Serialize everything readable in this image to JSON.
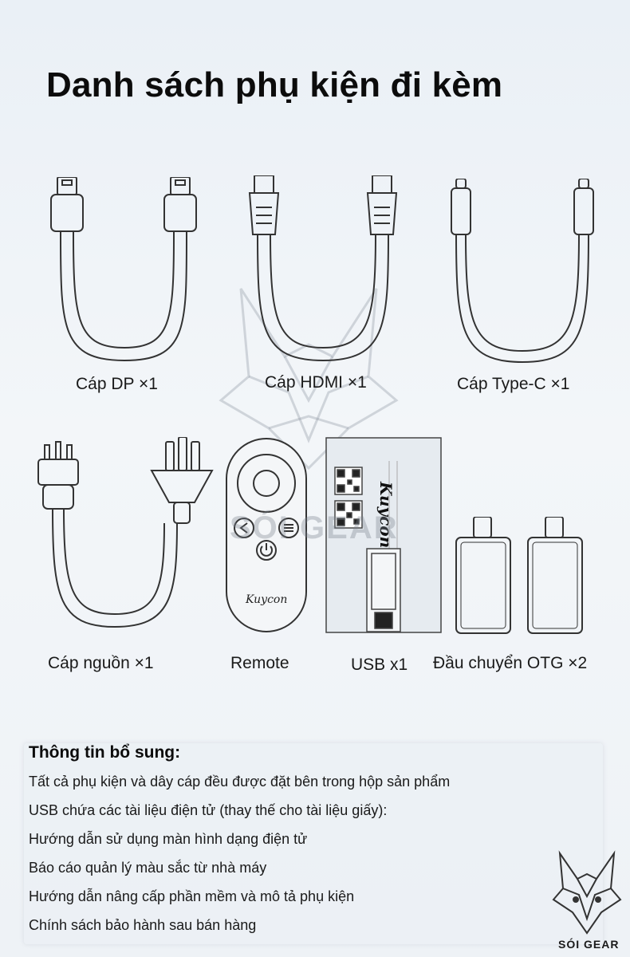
{
  "title": "Danh sách phụ kiện đi kèm",
  "items": [
    {
      "label": "Cáp DP ×1"
    },
    {
      "label": "Cáp HDMI ×1"
    },
    {
      "label": "Cáp Type-C ×1"
    },
    {
      "label": "Cáp nguồn ×1"
    },
    {
      "label": "Remote"
    },
    {
      "label": "USB x1"
    },
    {
      "label": "Đầu chuyển OTG ×2"
    }
  ],
  "remote_brand": "Kuycon",
  "card_brand": "Kuycon",
  "watermark": "SÓI GEAR",
  "info": {
    "heading": "Thông tin bổ sung:",
    "lines": [
      "Tất cả phụ kiện và dây cáp đều được đặt bên trong hộp sản phẩm",
      "USB chứa các tài liệu điện tử (thay thế cho tài liệu giấy):",
      "Hướng dẫn sử dụng màn hình dạng điện tử",
      "Báo cáo quản lý màu sắc từ nhà máy",
      "Hướng dẫn nâng cấp phần mềm và mô tả phụ kiện",
      "Chính sách bảo hành sau bán hàng"
    ]
  },
  "brand_logo_text": "SÓI GEAR"
}
